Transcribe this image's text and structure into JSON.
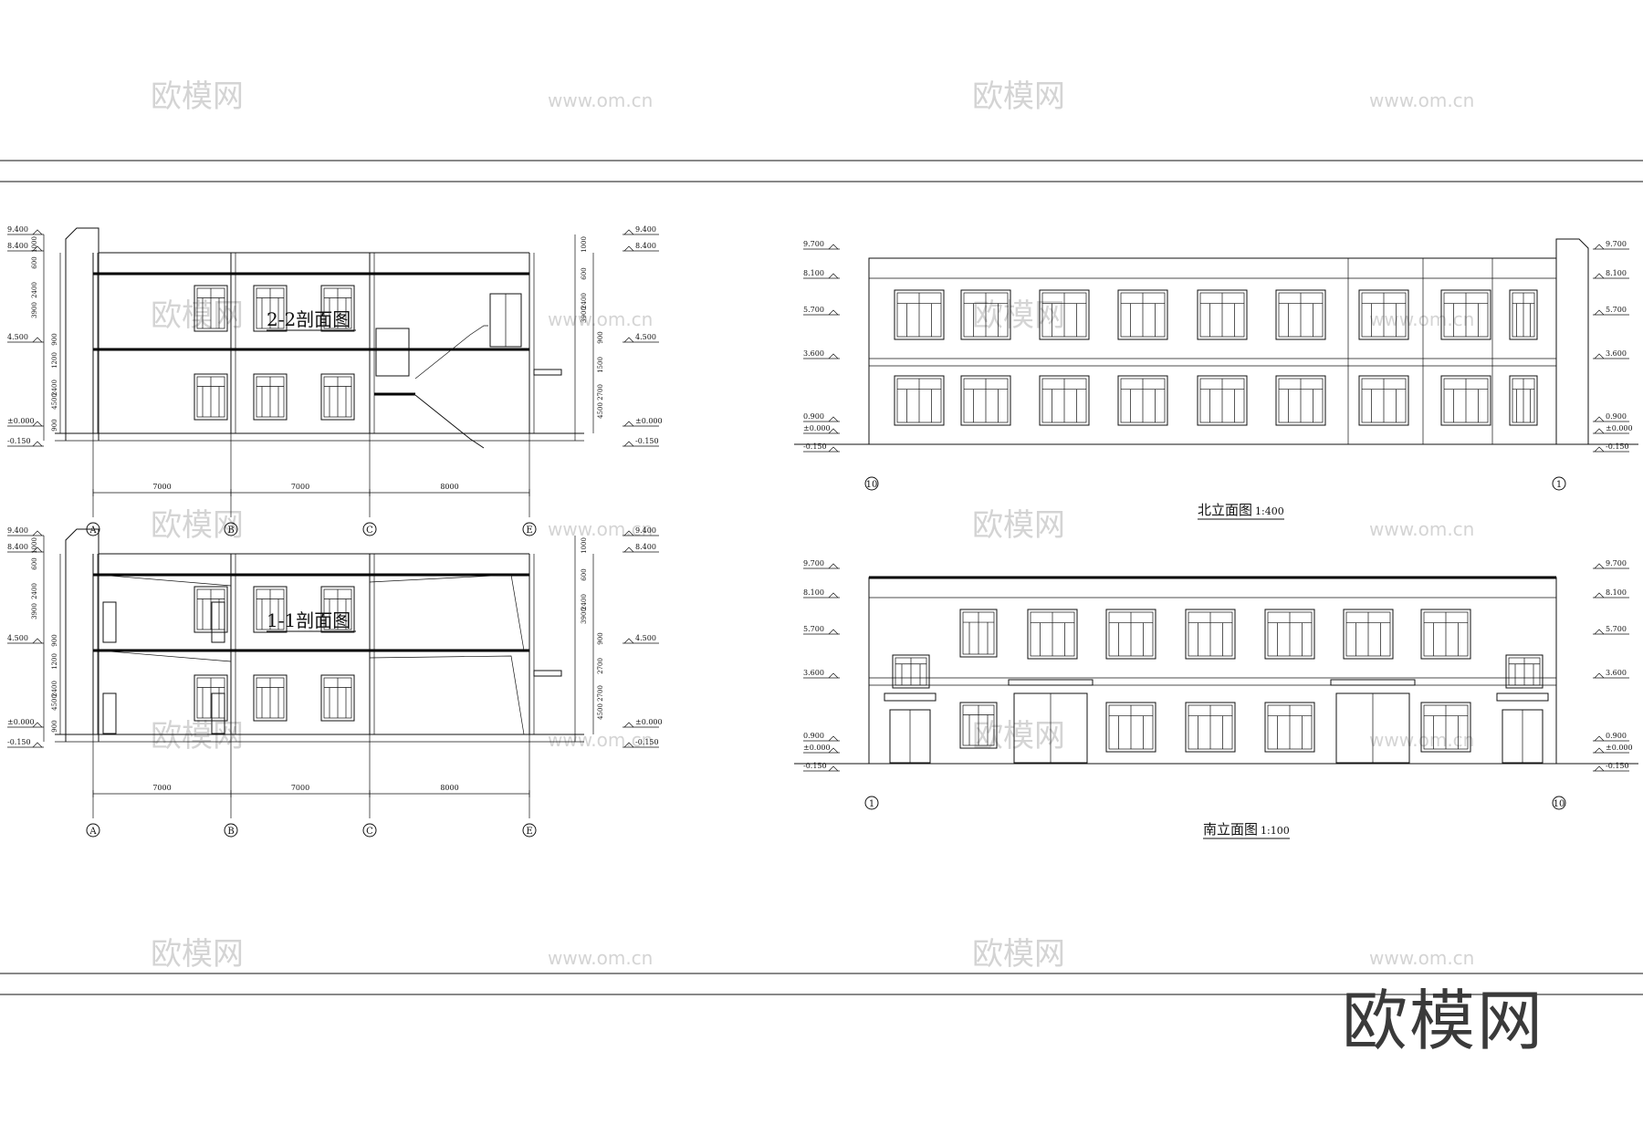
{
  "watermark": {
    "text": "欧模网",
    "url": "www.om.cn"
  },
  "brand": "欧模网",
  "sections": [
    {
      "title": "2-2剖面图",
      "spans": [
        "7000",
        "7000",
        "8000"
      ],
      "axes": [
        "A",
        "B",
        "C",
        "E"
      ],
      "levels_left": [
        "9.400",
        "8.400",
        "4.500",
        "±0.000",
        "-0.150"
      ],
      "levels_right": [
        "9.400",
        "8.400",
        "4.500",
        "±0.000",
        "-0.150"
      ],
      "dims_left": [
        "1000",
        "600",
        "2400",
        "3900",
        "900",
        "1200",
        "2400",
        "4500",
        "900"
      ],
      "dims_right": [
        "1000",
        "600",
        "2400",
        "3900",
        "900",
        "1500",
        "2700",
        "4500"
      ]
    },
    {
      "title": "1-1剖面图",
      "spans": [
        "7000",
        "7000",
        "8000"
      ],
      "axes": [
        "A",
        "B",
        "C",
        "E"
      ],
      "levels_left": [
        "9.400",
        "8.400",
        "4.500",
        "±0.000",
        "-0.150"
      ],
      "levels_right": [
        "9.400",
        "8.400",
        "4.500",
        "±0.000",
        "-0.150"
      ],
      "dims_left": [
        "1000",
        "600",
        "2400",
        "3900",
        "900",
        "1200",
        "2400",
        "4500",
        "900"
      ],
      "dims_right": [
        "1000",
        "600",
        "2400",
        "3900",
        "900",
        "2700",
        "2700",
        "4500"
      ]
    }
  ],
  "elevations": [
    {
      "title": "北立面图",
      "scale": "1:400",
      "axis_left": "10",
      "axis_right": "1",
      "levels_left": [
        "9.700",
        "8.100",
        "5.700",
        "3.600",
        "0.900",
        "±0.000",
        "-0.150"
      ],
      "levels_right": [
        "9.700",
        "8.100",
        "5.700",
        "3.600",
        "0.900",
        "±0.000",
        "-0.150"
      ]
    },
    {
      "title": "南立面图",
      "scale": "1:100",
      "axis_left": "1",
      "axis_right": "10",
      "levels_left": [
        "9.700",
        "8.100",
        "5.700",
        "3.600",
        "0.900",
        "±0.000",
        "-0.150"
      ],
      "levels_right": [
        "9.700",
        "8.100",
        "5.700",
        "3.600",
        "0.900",
        "±0.000",
        "-0.150"
      ]
    }
  ]
}
